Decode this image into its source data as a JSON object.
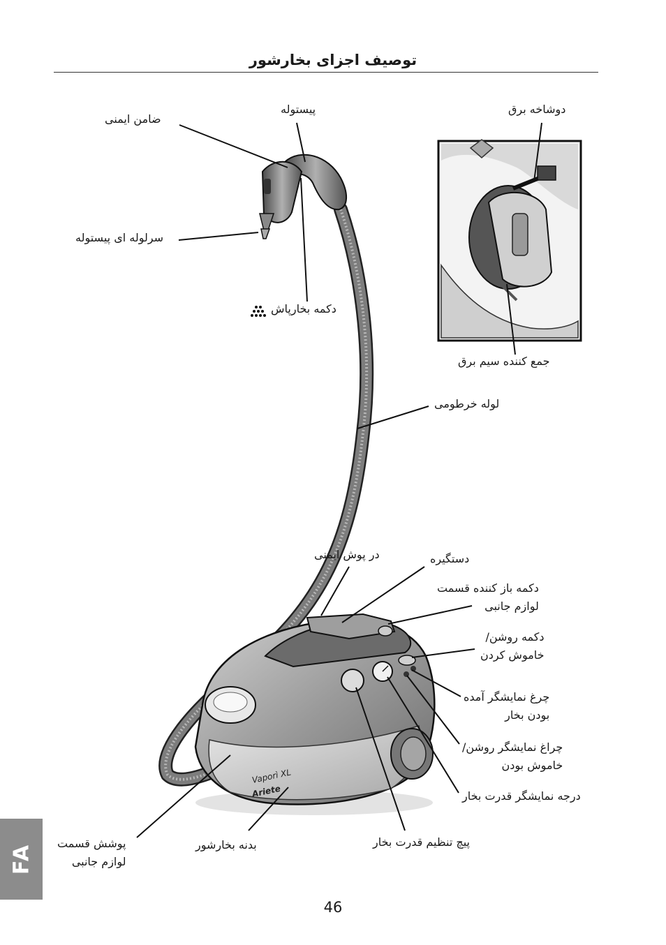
{
  "page": {
    "title": "توصیف اجزای بخارشور",
    "page_number": "46",
    "lang_tab": "FA"
  },
  "labels": {
    "safety_lock": "ضامن ایمنی",
    "gun": "پیستوله",
    "plug": "دوشاخه برق",
    "gun_nozzle": "سرلوله ای پیستوله",
    "steam_button": "دکمه بخارپاش",
    "cord_rewind": "جمع کننده سیم برق",
    "flexible_hose": "لوله خرطومی",
    "safety_cap": "در پوش ایمنی",
    "handle": "دستگیره",
    "accessory_release_1": "دکمه  باز  کننده  قسمت",
    "accessory_release_2": "لوازم جانبی",
    "power_switch_1": "دکمه   روشن/",
    "power_switch_2": "خاموش کردن",
    "steam_ready_1": "چرغ  نمایشگر  آمده",
    "steam_ready_2": "بودن بخار",
    "power_light_1": "چراغ نمایشگر روشن/",
    "power_light_2": "خاموش بودن",
    "pressure_gauge": "درجه نمایشگر قدرت بخار",
    "accessory_cover_1": "پوشش    قسمت",
    "accessory_cover_2": "لوازم جانبی",
    "body": "بدنه بخارشور",
    "steam_knob": "پیچ تنظیم قدرت بخار"
  },
  "product_branding": {
    "model": "Vaporì XL",
    "brand": "Ariete"
  }
}
